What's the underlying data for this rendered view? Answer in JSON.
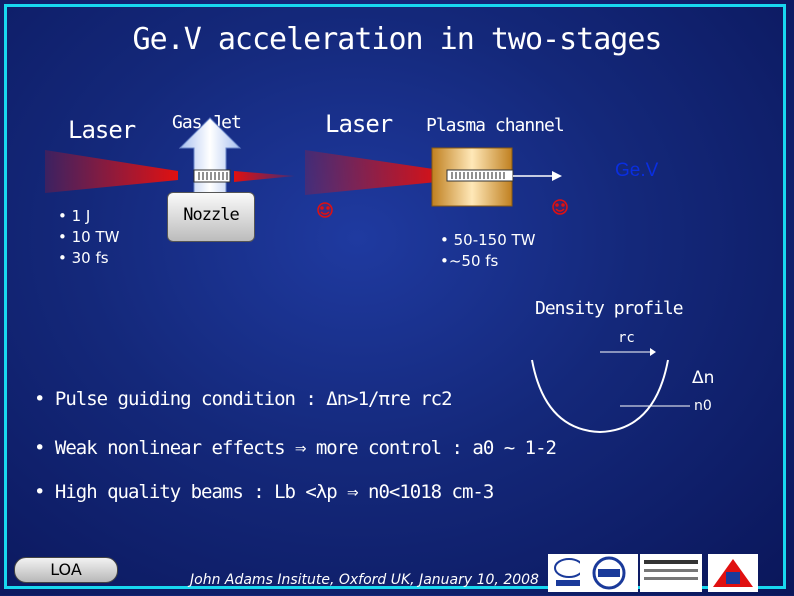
{
  "title": "Ge.V acceleration in two-stages",
  "stage1": {
    "laser_label": "Laser",
    "gasjet_label": "Gas-Jet",
    "nozzle_label": "Nozzle",
    "specs": [
      "• 1 J",
      "• 10 TW",
      "• 30 fs"
    ]
  },
  "stage2": {
    "laser_label": "Laser",
    "channel_label": "Plasma channel",
    "gev_label": "Ge.V",
    "specs": [
      "• 50-150 TW",
      "•~50 fs"
    ]
  },
  "density": {
    "label": "Density profile",
    "rc_label": "rc",
    "dn_label": "Δn",
    "n0_label": "n0"
  },
  "bullets": {
    "guiding": "• Pulse guiding condition : Δn>1/πre rc2",
    "nonlinear": "• Weak nonlinear effects ⇒ more control : a0 ~ 1-2",
    "quality": "• High quality beams : Lb <λp   ⇒   n0<1018 cm-3"
  },
  "footer": {
    "loa": "LOA",
    "conference": "John Adams Insitute, Oxford UK, January 10, 2008"
  },
  "colors": {
    "background": "#14287a",
    "frame": "#18d8f0",
    "laser_pulse": "#e01010",
    "gev_text": "#0a2ee0"
  }
}
